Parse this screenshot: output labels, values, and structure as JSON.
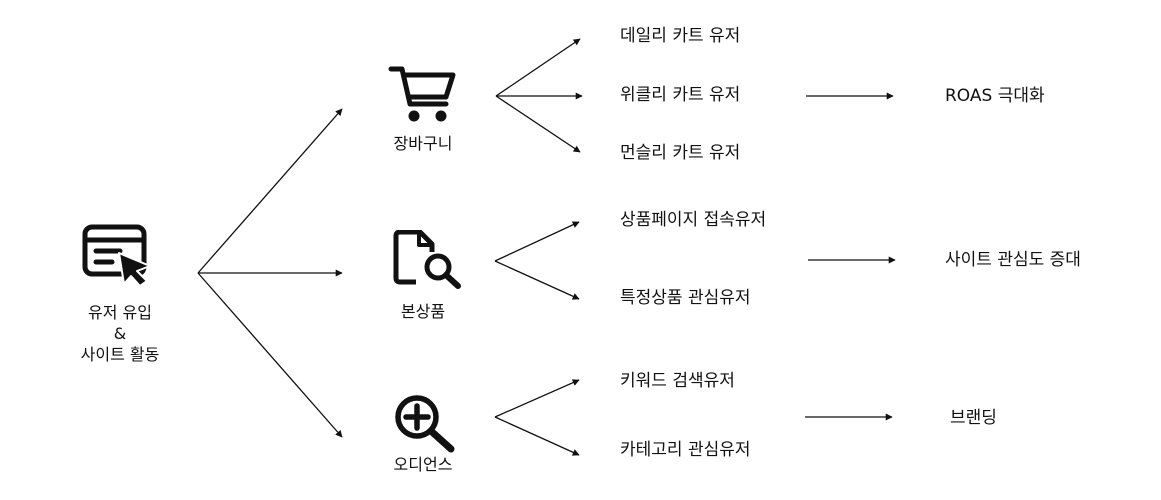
{
  "root": {
    "line1": "유저 유입",
    "line2": "&",
    "line3": "사이트 활동"
  },
  "categories": [
    {
      "label": "장바구니",
      "icon": "shopping-cart-icon",
      "items": [
        "데일리 카트 유저",
        "위클리 카트 유저",
        "먼슬리 카트 유저"
      ],
      "goal": "ROAS 극대화"
    },
    {
      "label": "본상품",
      "icon": "document-search-icon",
      "items": [
        "상품페이지 접속유저",
        "특정상품 관심유저"
      ],
      "goal": "사이트 관심도 증대"
    },
    {
      "label": "오디언스",
      "icon": "zoom-in-icon",
      "items": [
        "키워드 검색유저",
        "카테고리 관심유저"
      ],
      "goal": "브랜딩"
    }
  ],
  "colors": {
    "stroke": "#111111",
    "text": "#111111",
    "background": "#ffffff"
  }
}
